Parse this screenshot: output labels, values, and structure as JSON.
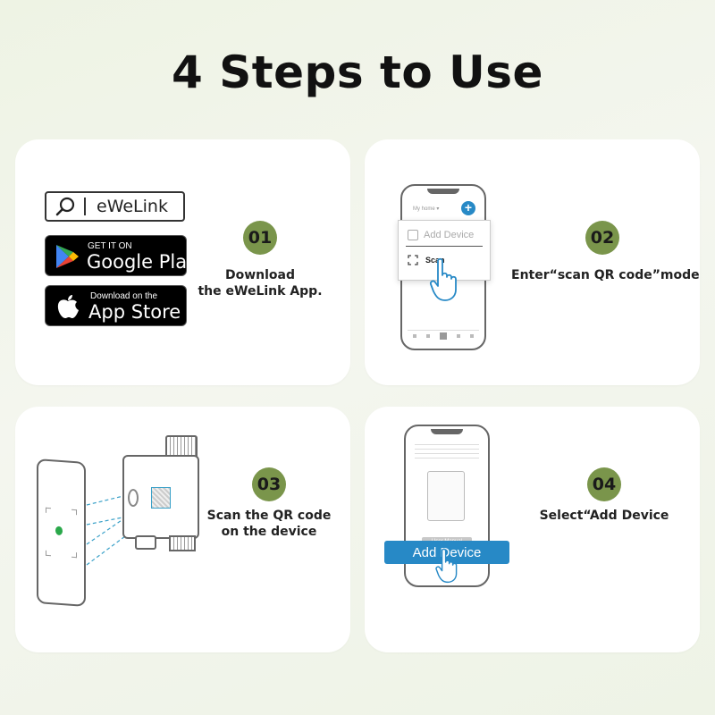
{
  "title": "4 Steps to Use",
  "steps": [
    {
      "number": "01",
      "description_lines": [
        "Download",
        "the eWeLink App."
      ],
      "search_text": "eWeLink",
      "google_play": {
        "small": "GET IT ON",
        "big": "Google Play"
      },
      "app_store": {
        "small": "Download on the",
        "big": "App Store"
      }
    },
    {
      "number": "02",
      "description_lines": [
        "Enter“scan QR code”mode"
      ],
      "phone_header": "My home ▾",
      "popup_add_device": "Add Device",
      "popup_scan": "Scan"
    },
    {
      "number": "03",
      "description_lines": [
        "Scan the QR code",
        "on the device"
      ]
    },
    {
      "number": "04",
      "description_lines": [
        "Select“Add Device"
      ],
      "add_device_button": "Add Device",
      "user_manual": "User Manual"
    }
  ],
  "colors": {
    "badge": "#7a954b",
    "accent_blue": "#2789c6",
    "google_green": "#34a853",
    "google_blue": "#4285f4",
    "google_yellow": "#fbbc04",
    "google_red": "#ea4335"
  },
  "icons": [
    "search-icon",
    "google-play-icon",
    "apple-icon",
    "plus-icon",
    "scan-icon",
    "add-device-icon",
    "hand-pointer-icon"
  ]
}
